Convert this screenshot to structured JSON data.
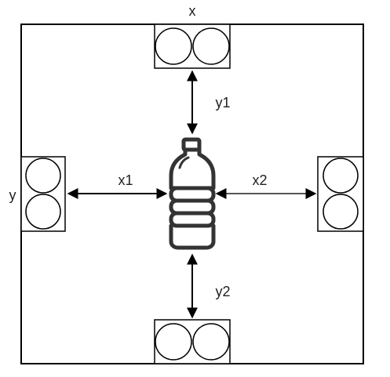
{
  "labels": {
    "top": "x",
    "left": "y",
    "x1": "x1",
    "x2": "x2",
    "y1": "y1",
    "y2": "y2"
  },
  "colors": {
    "stroke": "#000000",
    "text": "#222222",
    "background": "#ffffff"
  },
  "icons": {
    "center": "water-bottle-icon",
    "sensor": "double-circle-sensor-icon"
  }
}
